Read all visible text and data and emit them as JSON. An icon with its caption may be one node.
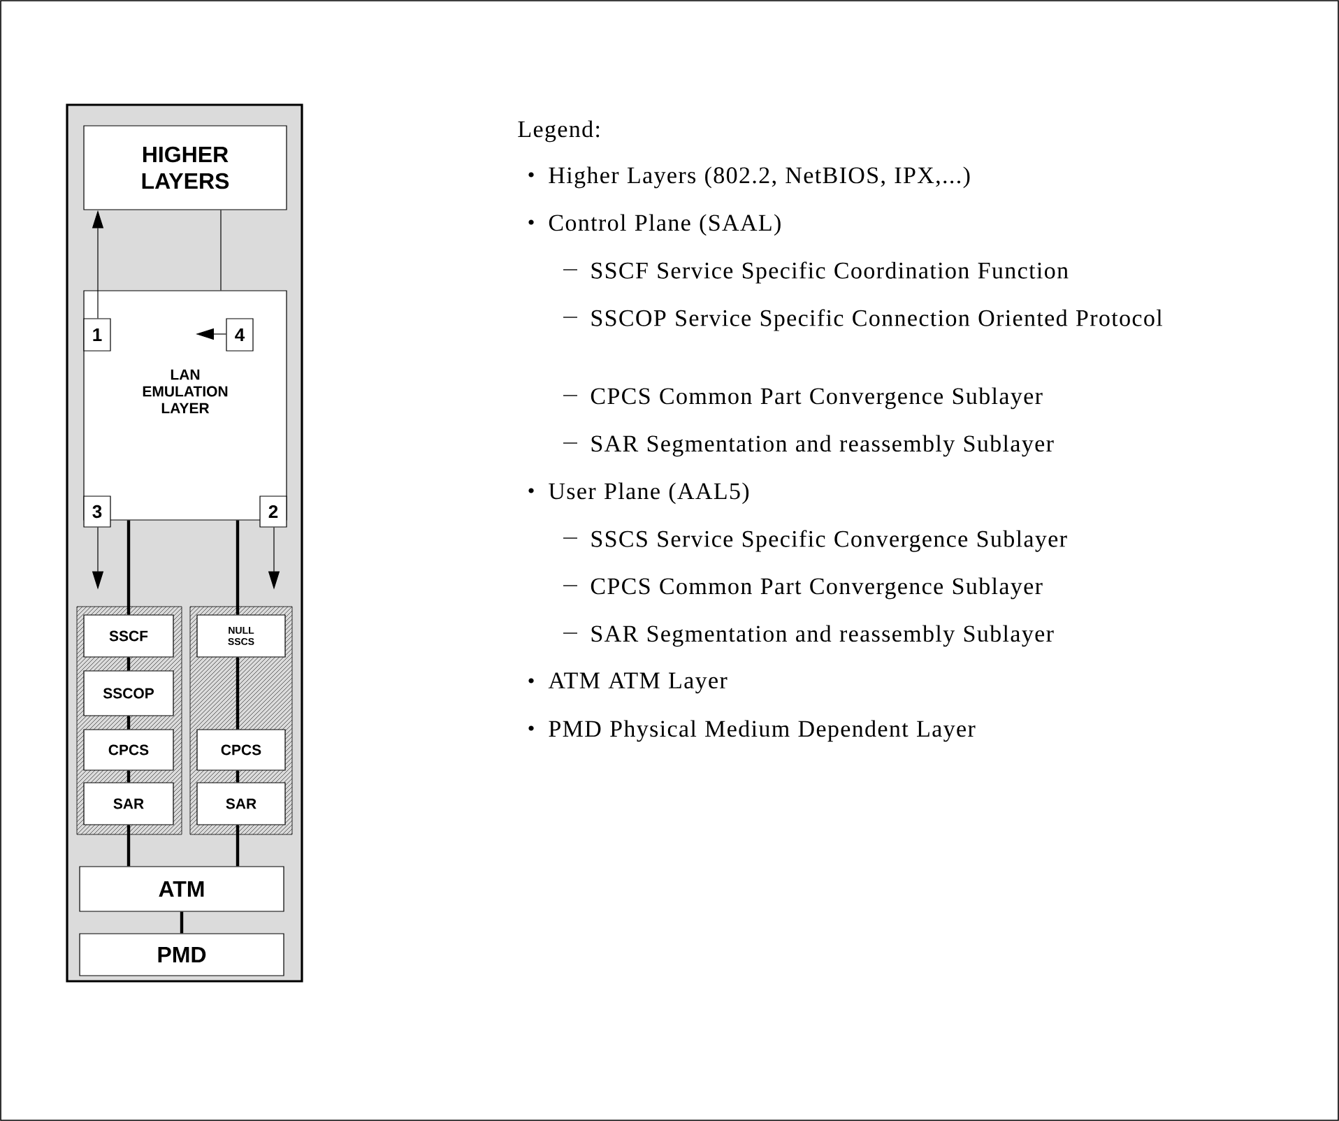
{
  "diagram": {
    "nodes": [
      {
        "text": [],
        "shape": "box"
      },
      {
        "text": [
          "HIGHER LAYERS"
        ],
        "in": 0
      },
      {
        "text": [
          "LAN EMULATION LAYER"
        ],
        "in": 0
      },
      {
        "text": [
          "1"
        ],
        "in": 2
      },
      {
        "text": [
          "4"
        ],
        "in": 2
      },
      {
        "text": [
          "3"
        ],
        "in": 2
      },
      {
        "text": [
          "2"
        ],
        "in": 2
      },
      {
        "text": [],
        "shape": "box",
        "in": 0
      },
      {
        "text": [
          "SSCF"
        ],
        "in": 7
      },
      {
        "text": [
          "SSCOP"
        ],
        "in": 7
      },
      {
        "text": [
          "CPCS"
        ],
        "in": 7
      },
      {
        "text": [
          "SAR"
        ],
        "in": 7
      },
      {
        "text": [],
        "shape": "box",
        "in": 0
      },
      {
        "text": [
          "NULL SSCS"
        ],
        "in": 12
      },
      {
        "text": [
          "CPCS"
        ],
        "in": 12
      },
      {
        "text": [
          "SAR"
        ],
        "in": 12
      },
      {
        "text": [
          "ATM"
        ],
        "in": 0
      },
      {
        "text": [
          "PMD"
        ],
        "in": 0
      }
    ],
    "edges": [
      {
        "from": 3,
        "to": 1,
        "arrow": "to"
      },
      {
        "from": 1,
        "to": 2,
        "arrow": "none"
      },
      {
        "from": 4,
        "to": null,
        "arrow": "to"
      },
      {
        "from": 5,
        "to": 7,
        "arrow": "to"
      },
      {
        "from": 6,
        "to": 12,
        "arrow": "to"
      },
      {
        "from": 2,
        "to": 8,
        "arrow": "none"
      },
      {
        "from": 2,
        "to": 13,
        "arrow": "none"
      },
      {
        "from": 8,
        "to": 9,
        "arrow": "none"
      },
      {
        "from": 9,
        "to": 10,
        "arrow": "none"
      },
      {
        "from": 10,
        "to": 11,
        "arrow": "none"
      },
      {
        "from": 13,
        "to": 14,
        "arrow": "none"
      },
      {
        "from": 14,
        "to": 15,
        "arrow": "none"
      },
      {
        "from": 11,
        "to": 16,
        "arrow": "none"
      },
      {
        "from": 15,
        "to": 16,
        "arrow": "none"
      },
      {
        "from": 16,
        "to": 17,
        "arrow": "none"
      }
    ],
    "labels": [
      "Legend:",
      "Higher Layers (802.2, NetBIOS, IPX,...)",
      "Control Plane (SAAL)",
      "SSCF Service Specific Coordination Function",
      "SSCOP Service Specific Connection Oriented Protocol",
      "CPCS Common Part Convergence Sublayer",
      "SAR Segmentation and reassembly Sublayer",
      "User Plane (AAL5)",
      "SSCS Service Specific Convergence Sublayer",
      "CPCS Common Part Convergence Sublayer",
      "SAR Segmentation and reassembly Sublayer",
      "ATM ATM Layer",
      "PMD Physical Medium Dependent Layer"
    ]
  }
}
